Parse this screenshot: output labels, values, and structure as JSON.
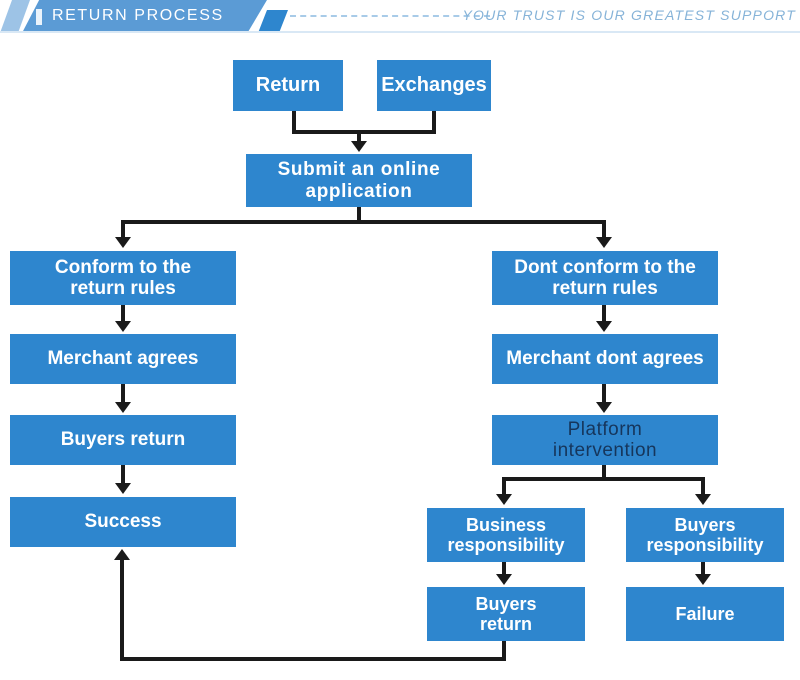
{
  "header": {
    "title": "RETURN PROCESS",
    "tagline": "YOUR TRUST IS OUR GREATEST SUPPORT",
    "banner_color": "#5b9bd5",
    "accent_color": "#2e86ce",
    "tagline_color": "#86b3d8"
  },
  "chart_data": {
    "type": "diagram",
    "title": "RETURN PROCESS",
    "node_color": "#2e86ce",
    "node_text_color": "#ffffff",
    "connector_color": "#1a1a1a",
    "nodes": [
      {
        "id": "return",
        "label": "Return"
      },
      {
        "id": "exchanges",
        "label": "Exchanges"
      },
      {
        "id": "submit",
        "label": "Submit an online\napplication"
      },
      {
        "id": "conform",
        "label": "Conform to the\nreturn rules"
      },
      {
        "id": "merchant_ok",
        "label": "Merchant agrees"
      },
      {
        "id": "buyers_ret_l",
        "label": "Buyers return"
      },
      {
        "id": "success",
        "label": "Success"
      },
      {
        "id": "not_conform",
        "label": "Dont conform to the\nreturn rules"
      },
      {
        "id": "merchant_no",
        "label": "Merchant dont agrees"
      },
      {
        "id": "platform",
        "label": "Platform\nintervention"
      },
      {
        "id": "business_resp",
        "label": "Business\nresponsibility"
      },
      {
        "id": "buyers_resp",
        "label": "Buyers\nresponsibility"
      },
      {
        "id": "buyers_ret_r",
        "label": "Buyers\nreturn"
      },
      {
        "id": "failure",
        "label": "Failure"
      }
    ],
    "edges": [
      {
        "from": "return",
        "to": "submit"
      },
      {
        "from": "exchanges",
        "to": "submit"
      },
      {
        "from": "submit",
        "to": "conform"
      },
      {
        "from": "submit",
        "to": "not_conform"
      },
      {
        "from": "conform",
        "to": "merchant_ok"
      },
      {
        "from": "merchant_ok",
        "to": "buyers_ret_l"
      },
      {
        "from": "buyers_ret_l",
        "to": "success"
      },
      {
        "from": "not_conform",
        "to": "merchant_no"
      },
      {
        "from": "merchant_no",
        "to": "platform"
      },
      {
        "from": "platform",
        "to": "business_resp"
      },
      {
        "from": "platform",
        "to": "buyers_resp"
      },
      {
        "from": "business_resp",
        "to": "buyers_ret_r"
      },
      {
        "from": "buyers_resp",
        "to": "failure"
      },
      {
        "from": "buyers_ret_r",
        "to": "success"
      }
    ]
  }
}
